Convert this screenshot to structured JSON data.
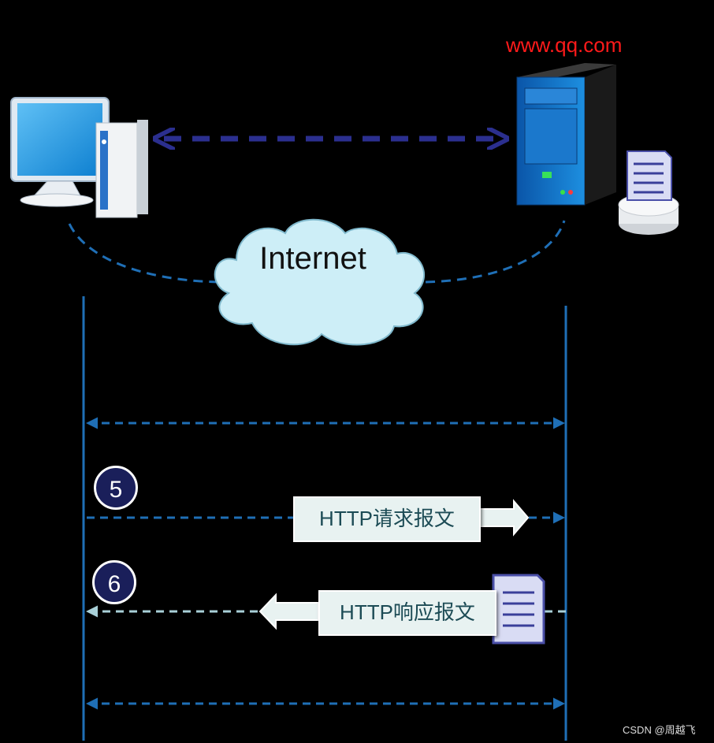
{
  "server": {
    "url": "www.qq.com"
  },
  "network": {
    "label": "Internet"
  },
  "steps": [
    {
      "number": "5",
      "message": "HTTP请求报文"
    },
    {
      "number": "6",
      "message": "HTTP响应报文"
    }
  ],
  "watermark": "CSDN @周越飞",
  "colors": {
    "line_blue": "#1f6fb6",
    "arrow_navy": "#2b2f8f",
    "step_circle": "#1a1f5a",
    "url_red": "#ff1a1a",
    "cloud_fill": "#cdeef7"
  }
}
